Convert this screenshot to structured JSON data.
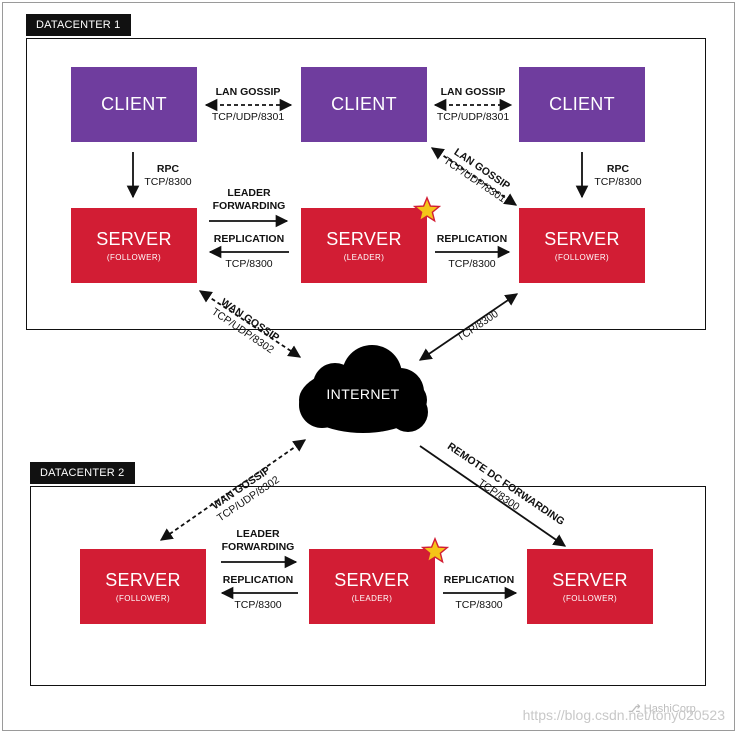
{
  "datacenter1": {
    "label": "DATACENTER 1"
  },
  "datacenter2": {
    "label": "DATACENTER 2"
  },
  "dc1": {
    "clients": [
      {
        "title": "CLIENT"
      },
      {
        "title": "CLIENT"
      },
      {
        "title": "CLIENT"
      }
    ],
    "servers": [
      {
        "title": "SERVER",
        "role": "(FOLLOWER)"
      },
      {
        "title": "SERVER",
        "role": "(LEADER)"
      },
      {
        "title": "SERVER",
        "role": "(FOLLOWER)"
      }
    ]
  },
  "dc2": {
    "servers": [
      {
        "title": "SERVER",
        "role": "(FOLLOWER)"
      },
      {
        "title": "SERVER",
        "role": "(LEADER)"
      },
      {
        "title": "SERVER",
        "role": "(FOLLOWER)"
      }
    ]
  },
  "internet": {
    "label": "INTERNET"
  },
  "labels": {
    "lan_gossip_1": {
      "title": "LAN GOSSIP",
      "proto": "TCP/UDP/8301"
    },
    "lan_gossip_2": {
      "title": "LAN GOSSIP",
      "proto": "TCP/UDP/8301"
    },
    "lan_gossip_diag": {
      "title": "LAN GOSSIP",
      "proto": "TCP/UDP/8301"
    },
    "rpc_left": {
      "title": "RPC",
      "proto": "TCP/8300"
    },
    "rpc_right": {
      "title": "RPC",
      "proto": "TCP/8300"
    },
    "dc1_leader_fwd": {
      "title1": "LEADER",
      "title2": "FORWARDING"
    },
    "dc1_replication_left": {
      "title": "REPLICATION",
      "proto": "TCP/8300"
    },
    "dc1_replication_right": {
      "title": "REPLICATION",
      "proto": "TCP/8300"
    },
    "wan_gossip_dc1": {
      "title": "WAN GOSSIP",
      "proto": "TCP/UDP/8302"
    },
    "internet_tcp": {
      "proto": "TCP/8300"
    },
    "wan_gossip_dc2": {
      "title": "WAN GOSSIP",
      "proto": "TCP/UDP/8302"
    },
    "remote_dc_fwd": {
      "title": "REMOTE DC FORWARDING",
      "proto": "TCP/8300"
    },
    "dc2_leader_fwd": {
      "title1": "LEADER",
      "title2": "FORWARDING"
    },
    "dc2_replication_left": {
      "title": "REPLICATION",
      "proto": "TCP/8300"
    },
    "dc2_replication_right": {
      "title": "REPLICATION",
      "proto": "TCP/8300"
    }
  },
  "branding": {
    "logo": "HashiCorp"
  },
  "watermark": "https://blog.csdn.net/tony020523",
  "colors": {
    "client": "#6f3d9e",
    "server": "#d21d34",
    "star": "#f5c518"
  }
}
